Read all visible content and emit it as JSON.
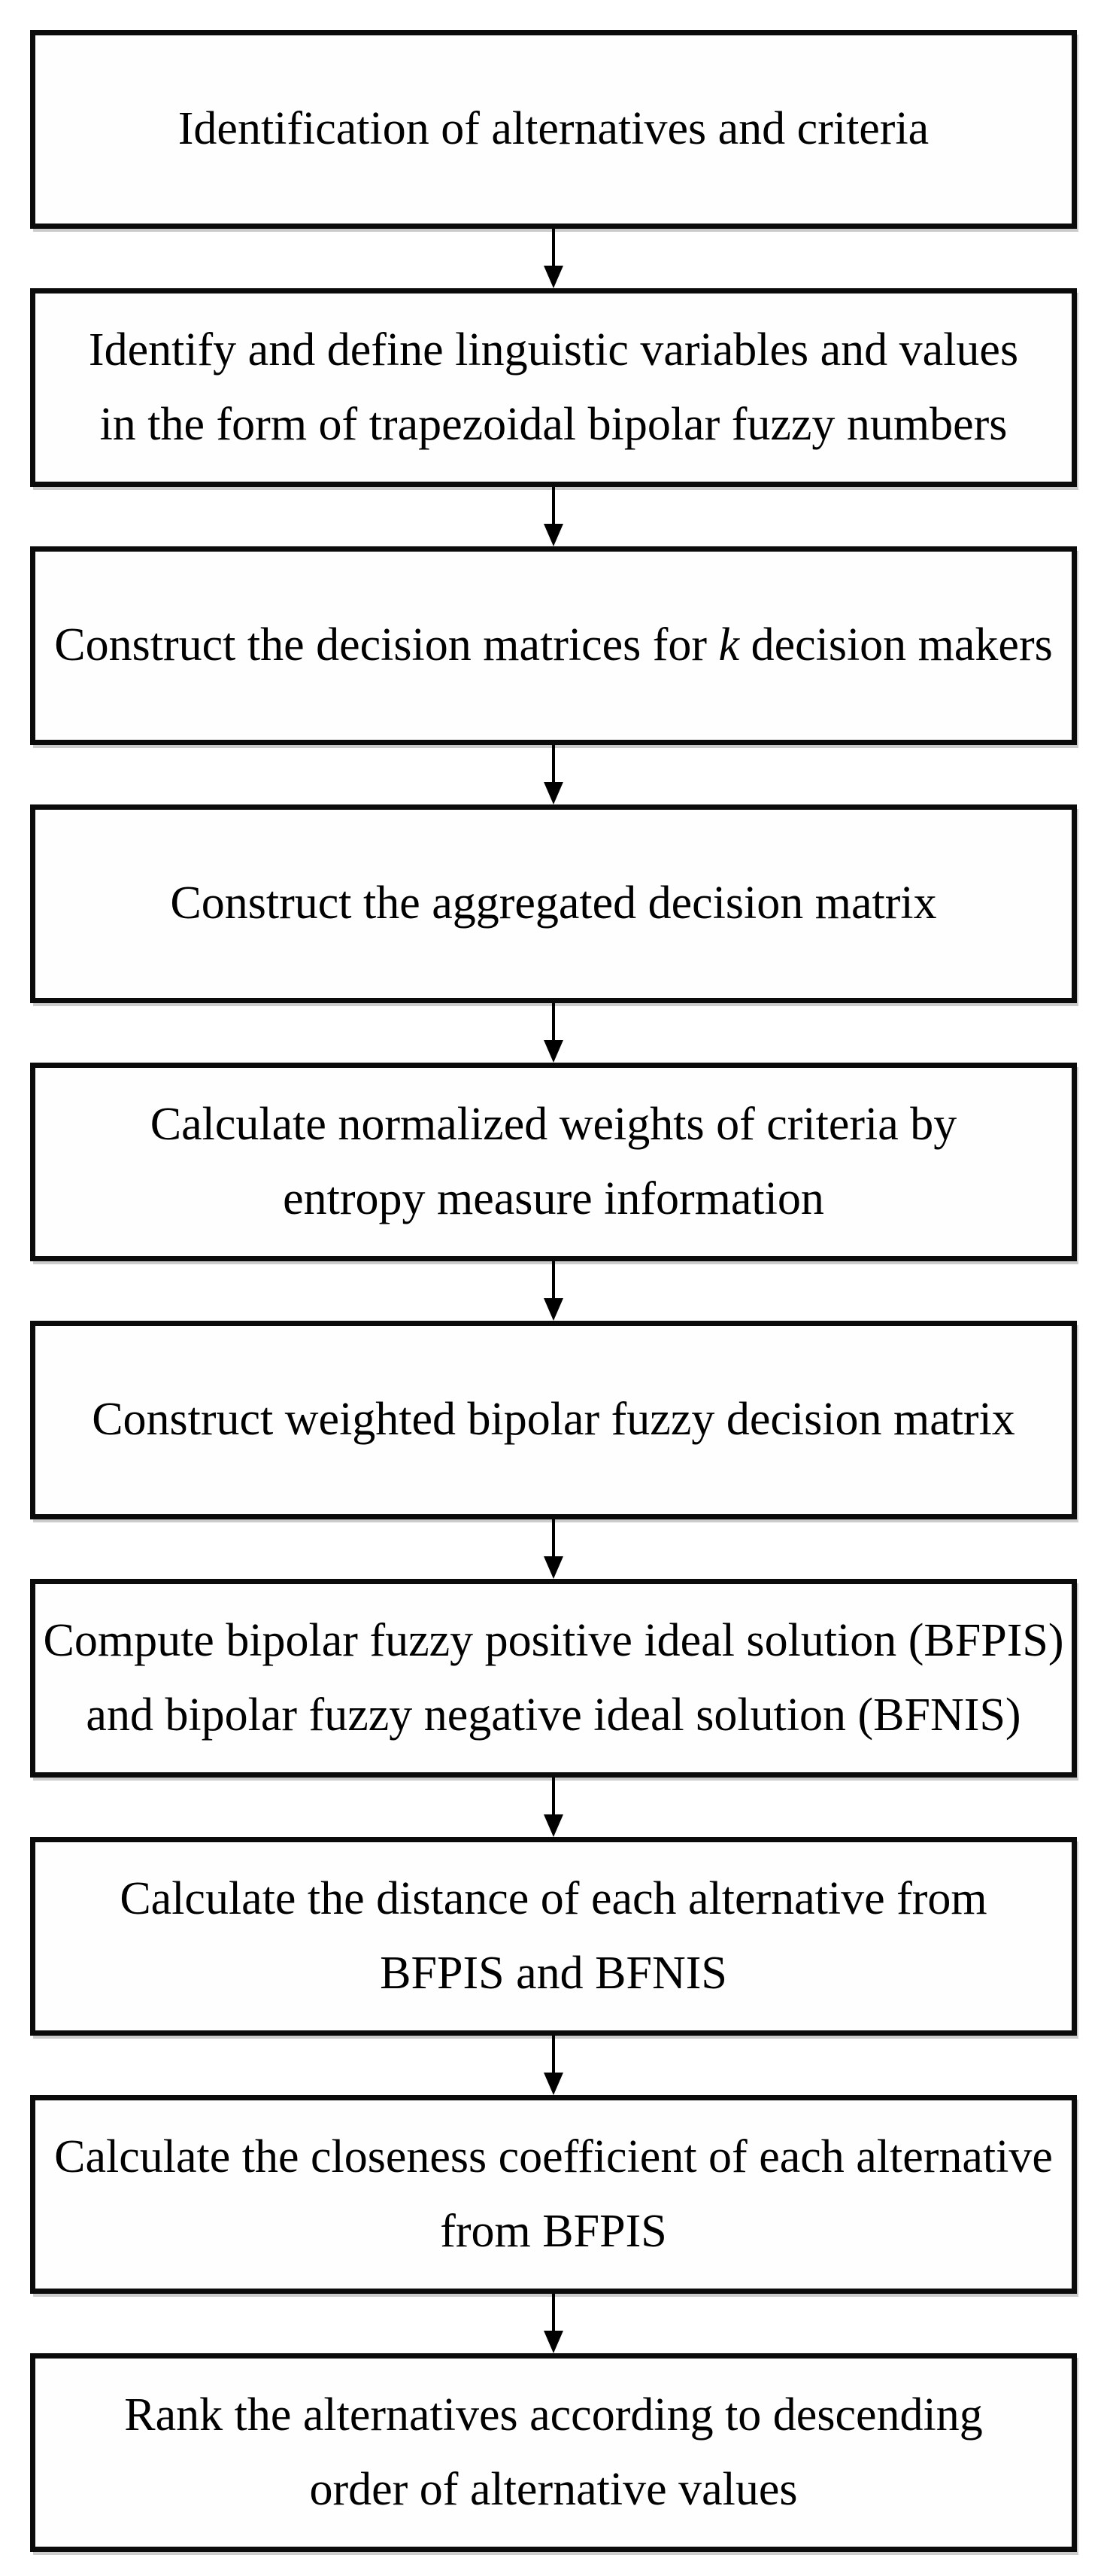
{
  "diagram": {
    "type": "flowchart",
    "direction": "top-down",
    "connector": "down-arrow",
    "colors": {
      "border": "#0b0b0b",
      "background": "#ffffff",
      "text": "#000000"
    },
    "boxes": [
      {
        "id": "identification",
        "lines": [
          "Identification of alternatives and criteria"
        ]
      },
      {
        "id": "linguistic-variables",
        "lines": [
          "Identify and define linguistic variables and values",
          "in the form of trapezoidal bipolar fuzzy numbers"
        ]
      },
      {
        "id": "decision-matrices",
        "pre": "Construct the decision matrices for",
        "italic": "k",
        "post": "decision makers"
      },
      {
        "id": "aggregated-matrix",
        "lines": [
          "Construct the aggregated decision matrix"
        ]
      },
      {
        "id": "normalized-weights",
        "lines": [
          "Calculate normalized weights of criteria by",
          "entropy measure information"
        ]
      },
      {
        "id": "weighted-matrix",
        "lines": [
          "Construct weighted bipolar fuzzy decision matrix"
        ]
      },
      {
        "id": "ideal-solutions",
        "lines": [
          "Compute bipolar fuzzy positive ideal solution (BFPIS)",
          "and bipolar fuzzy negative ideal solution (BFNIS)"
        ]
      },
      {
        "id": "distance",
        "lines": [
          "Calculate the distance of each alternative from",
          "BFPIS and BFNIS"
        ]
      },
      {
        "id": "closeness-coefficient",
        "lines": [
          "Calculate the closeness coefficient of each alternative",
          "from BFPIS"
        ]
      },
      {
        "id": "ranking",
        "lines": [
          "Rank the alternatives according to descending",
          "order of alternative values"
        ]
      }
    ]
  }
}
